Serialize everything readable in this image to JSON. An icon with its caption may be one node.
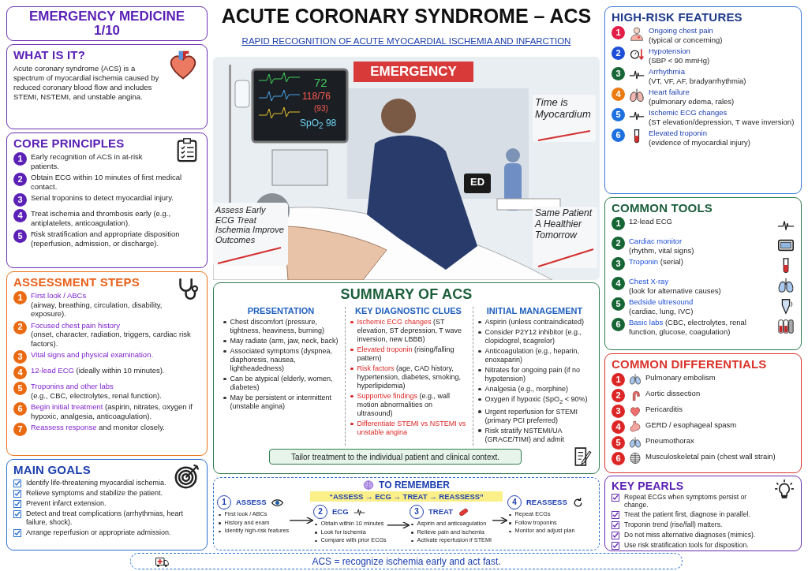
{
  "diagram": {
    "title": "ACUTE CORONARY SYNDROME – ACS",
    "nodes": [
      {
        "text": [
          "EMERGENCY MEDICINE 1/10"
        ]
      },
      {
        "text": [
          "WHAT IS IT?",
          "Acute coronary syndrome (ACS) is a spectrum of myocardial ischemia caused by reduced coronary blood flow and includes STEMI, NSTEMI, and unstable angina."
        ]
      },
      {
        "text": [
          "CORE PRINCIPLES"
        ]
      },
      {
        "text": [
          "1",
          "Early recognition of ACS in at-risk patients."
        ],
        "in": 2
      },
      {
        "text": [
          "2",
          "Obtain ECG within 10 minutes of first medical contact."
        ],
        "in": 2
      },
      {
        "text": [
          "3",
          "Serial troponins to detect myocardial injury."
        ],
        "in": 2
      },
      {
        "text": [
          "4",
          "Treat ischemia and thrombosis early (e.g., antiplatelets, anticoagulation)."
        ],
        "in": 2
      },
      {
        "text": [
          "5",
          "Risk stratification and appropriate disposition (reperfusion, admission, or discharge)."
        ],
        "in": 2
      },
      {
        "text": [
          "ASSESSMENT STEPS"
        ]
      },
      {
        "text": [
          "1",
          "First look / ABCs",
          "(airway, breathing, circulation, disability, exposure)."
        ],
        "in": 8
      },
      {
        "text": [
          "2",
          "Focused chest pain history",
          "(onset, character, radiation, triggers, cardiac risk factors)."
        ],
        "in": 8
      },
      {
        "text": [
          "3",
          "Vital signs and physical examination."
        ],
        "in": 8
      },
      {
        "text": [
          "4",
          "**12-lead ECG** (ideally within 10 minutes)."
        ],
        "in": 8
      },
      {
        "text": [
          "5",
          "Troponins and other labs",
          "(e.g., CBC, electrolytes, renal function)."
        ],
        "in": 8
      },
      {
        "text": [
          "6",
          "**Begin initial treatment** (aspirin, nitrates, oxygen if hypoxic, analgesia, anticoagulation)."
        ],
        "in": 8
      },
      {
        "text": [
          "7",
          "**Reassess response** and monitor closely."
        ],
        "in": 8
      },
      {
        "text": [
          "MAIN GOALS",
          "Identify life-threatening myocardial ischemia.",
          "Relieve symptoms and stabilize the patient.",
          "Prevent infarct extension.",
          "Detect and treat complications (arrhythmias, heart failure, shock).",
          "Arrange reperfusion or appropriate admission."
        ]
      },
      {
        "text": [
          "HIGH-RISK FEATURES"
        ]
      },
      {
        "text": [
          "1",
          "Ongoing chest pain",
          "(typical or concerning)"
        ],
        "in": 17
      },
      {
        "text": [
          "2",
          "Hypotension",
          "(SBP < 90 mmHg)"
        ],
        "in": 17
      },
      {
        "text": [
          "3",
          "Arrhythmia",
          "(VT, VF, AF, bradyarrhythmia)"
        ],
        "in": 17
      },
      {
        "text": [
          "4",
          "Heart failure",
          "(pulmonary edema, rales)"
        ],
        "in": 17
      },
      {
        "text": [
          "5",
          "Ischemic ECG changes",
          "(ST elevation/depression, T wave inversion)"
        ],
        "in": 17
      },
      {
        "text": [
          "6",
          "Elevated troponin",
          "(evidence of myocardial injury)"
        ],
        "in": 17
      },
      {
        "text": [
          "COMMON TOOLS"
        ]
      },
      {
        "text": [
          "1",
          "12-lead ECG"
        ],
        "in": 24
      },
      {
        "text": [
          "2",
          "Cardiac monitor",
          "(rhythm, vital signs)"
        ],
        "in": 24
      },
      {
        "text": [
          "3",
          "**Troponin** (serial)"
        ],
        "in": 24
      },
      {
        "text": [
          "4",
          "Chest X-ray",
          "(look for alternative causes)"
        ],
        "in": 24
      },
      {
        "text": [
          "5",
          "Bedside ultresound",
          "(cardiac, lung, IVC)"
        ],
        "in": 24
      },
      {
        "text": [
          "6",
          "**Basic labs** (CBC, electrolytes, renal function, glucose, coagulation)"
        ],
        "in": 24
      },
      {
        "text": [
          "COMMON DIFFERENTIALS"
        ]
      },
      {
        "text": [
          "1",
          "Pulmonary embolism"
        ],
        "in": 31
      },
      {
        "text": [
          "2",
          "Aortic dissection"
        ],
        "in": 31
      },
      {
        "text": [
          "3",
          "Pericarditis"
        ],
        "in": 31
      },
      {
        "text": [
          "4",
          "GERD / esophageal spasm"
        ],
        "in": 31
      },
      {
        "text": [
          "5",
          "Pneumothorax"
        ],
        "in": 31
      },
      {
        "text": [
          "6",
          "Musculoskeletal pain (chest wall strain)"
        ],
        "in": 31
      },
      {
        "text": [
          "KEY PEARLS",
          "Repeat ECGs when symptoms persist or change.",
          "Treat the patient first, diagnose in parallel.",
          "Troponin trend (rise/fall) matters.",
          "Do not miss alternative diagnoses (mimics).",
          "Use risk stratification tools for disposition."
        ]
      },
      {
        "text": [
          "SUMMARY OF ACS"
        ]
      },
      {
        "text": [
          "PRESENTATION",
          "Chest discomfort (pressure, tightness, heaviness, burning)",
          "May radiate (arm, jaw, neck, back)",
          "Associated symptoms (dyspnea, diaphoresis, nausea, lightheadedness)",
          "Can be atypical (elderly, women, diabetes)",
          "May be persistent or intermittent (unstable angina)"
        ],
        "in": 39
      },
      {
        "text": [
          "KEY DIAGNOSTIC CLUES",
          "**Ischemic ECG changes** (ST elevation, ST depression, T wave inversion, new LBBB)",
          "**Elevated troponin** (rising/falling pattern)",
          "**Risk factors** (age, CAD history, hypertension, diabetes, smoking, hyperlipidemia)",
          "**Supportive findings** (e.g., wall motion abnormalities on ultrasound)",
          "Differentiate STEMI vs NSTEMI vs unstable angina"
        ],
        "in": 39
      },
      {
        "text": [
          "INITIAL MANAGEMENT",
          "Aspirin (unless contraindicated)",
          "Consider P2Y12 inhibitor (e.g., clopidogrel, ticagrelor)",
          "Anticoagulation (e.g., heparin, enoxaparin)",
          "Nitrates for ongoing pain (if no hypotension)",
          "Analgesia (e.g., morphine)",
          "Oxygen if hypoxic (SpO$_{2}$ < 90%)",
          "Urgent reperfusion for STEMI (primary PCI preferred)",
          "Risk stratify NSTEMI/UA (GRACE/TIMI) and admit"
        ],
        "in": 39
      },
      {
        "text": [
          "Tailor treatment to the individual patient and clinical context."
        ],
        "in": 39
      },
      {
        "text": [
          "TO REMEMBER",
          "“ASSESS → ECG → TREAT → REASSESS”"
        ]
      },
      {
        "text": [
          "1",
          "ASSESS",
          "First look / ABCs",
          "History and exam",
          "Identify high-risk features"
        ],
        "in": 44
      },
      {
        "text": [
          "2",
          "ECG",
          "Obtain within 10 minutes",
          "Look for ischemia",
          "Compare with prior ECGs"
        ],
        "in": 44
      },
      {
        "text": [
          "3",
          "TREAT",
          "Aspirin and anticoagulation",
          "Relieve pain and ischemia",
          "Activate reperfusion if STEMI"
        ],
        "in": 44
      },
      {
        "text": [
          "4",
          "REASSESS",
          "Repeat ECGs",
          "Follow troponins",
          "Monitor and adjust plan"
        ],
        "in": 44
      },
      {
        "text": [
          "ACS = recognize ischemia early and act fast."
        ]
      }
    ],
    "edges": [
      {
        "from": 45,
        "to": 46,
        "arrow": "to"
      },
      {
        "from": 46,
        "to": 47,
        "arrow": "to"
      },
      {
        "from": 47,
        "to": 48,
        "arrow": "to"
      }
    ],
    "labels": [
      "RAPID RECOGNITION OF ACUTE MYOCARDIAL ISCHEMIA AND INFARCTION",
      "EMERGENCY",
      "72",
      "118/76",
      "(93)",
      "SpO$_{2}$ 98",
      "Time is Myocardium",
      "ED",
      "Assess Early ECG Treat Ischemia Improve Outcomes",
      "Same Patient A Healthier Tomorrow"
    ]
  }
}
